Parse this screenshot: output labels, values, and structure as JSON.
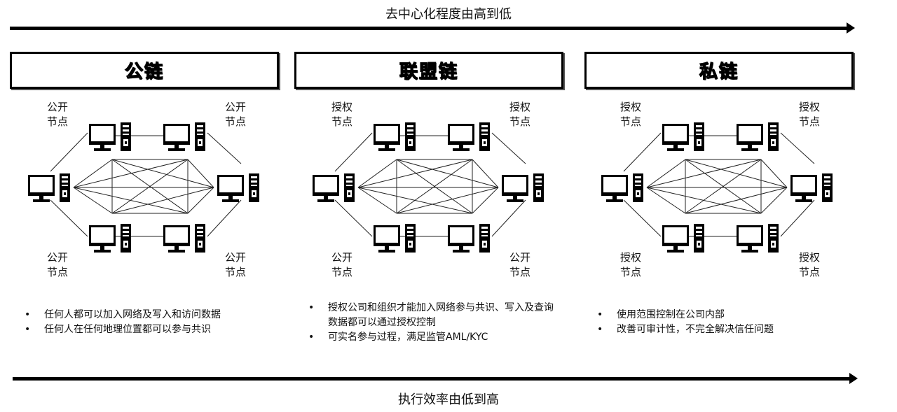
{
  "top_caption": "去中心化程度由高到低",
  "bottom_caption": "执行效率由低到高",
  "panels": [
    {
      "title": "公链",
      "labels": {
        "top_left": "公开\n节点",
        "top_right": "公开\n节点",
        "bottom_left": "公开\n节点",
        "bottom_right": "公开\n节点"
      },
      "bullets": [
        "任何人都可以加入网络及写入和访问数据",
        "任何人在任何地理位置都可以参与共识"
      ]
    },
    {
      "title": "联盟链",
      "labels": {
        "top_left": "授权\n节点",
        "top_right": "授权\n节点",
        "bottom_left": "公开\n节点",
        "bottom_right": "公开\n节点"
      },
      "bullets": [
        "授权公司和组织才能加入网络参与共识、写入及查询数据都可以通过授权控制",
        "可实名参与过程，满足监管AML/KYC"
      ]
    },
    {
      "title": "私链",
      "labels": {
        "top_left": "授权\n节点",
        "top_right": "授权\n节点",
        "bottom_left": "授权\n节点",
        "bottom_right": "授权\n节点"
      },
      "bullets": [
        "使用范围控制在公司内部",
        "改善可审计性，不完全解决信任问题"
      ]
    }
  ]
}
